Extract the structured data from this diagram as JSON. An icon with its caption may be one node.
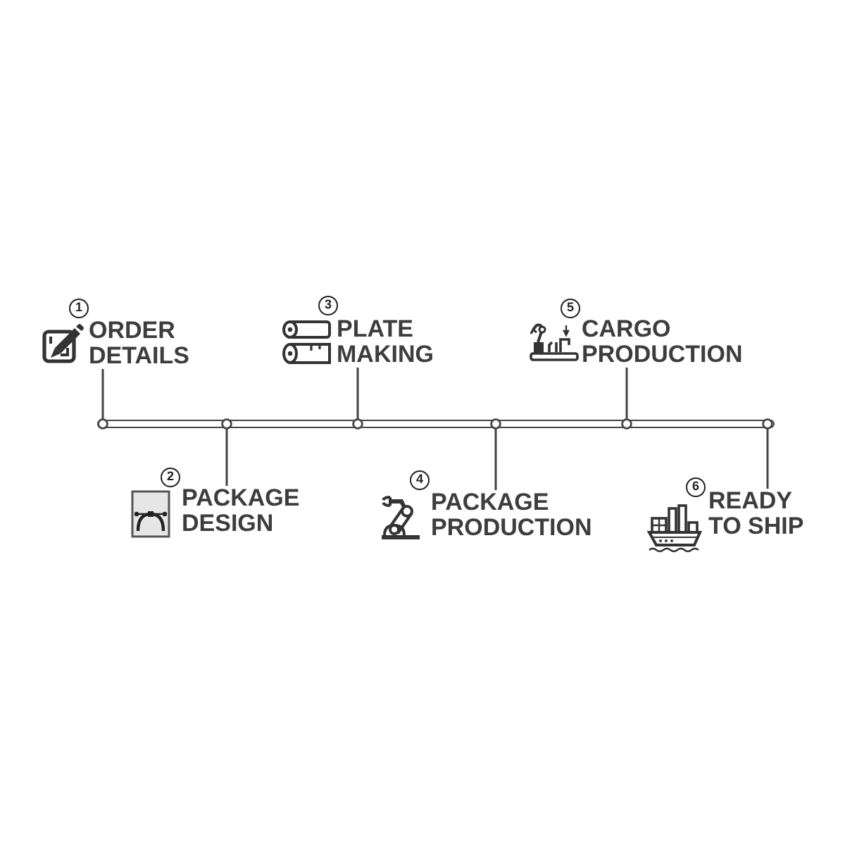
{
  "diagram": {
    "nodes": [
      {
        "text": [
          "1"
        ]
      },
      {
        "text": [
          "ORDER DETAILS"
        ]
      },
      {
        "text": [
          "2"
        ]
      },
      {
        "text": [
          "PACKAGE DESIGN"
        ]
      },
      {
        "text": [
          "3"
        ]
      },
      {
        "text": [
          "PLATE MAKING"
        ]
      },
      {
        "text": [
          "4"
        ]
      },
      {
        "text": [
          "PACKAGE PRODUCTION"
        ]
      },
      {
        "text": [
          "5"
        ]
      },
      {
        "text": [
          "CARGO PRODUCTION"
        ]
      },
      {
        "text": [
          "6"
        ]
      },
      {
        "text": [
          "READY TO SHIP"
        ]
      },
      {
        "text": [],
        "shape": "bar"
      }
    ],
    "edges": [
      {
        "from": 1,
        "to": 12,
        "arrow": "other"
      },
      {
        "from": 3,
        "to": 12,
        "arrow": "other"
      },
      {
        "from": 5,
        "to": 12,
        "arrow": "other"
      },
      {
        "from": 7,
        "to": 12,
        "arrow": "other"
      },
      {
        "from": 9,
        "to": 12,
        "arrow": "other"
      },
      {
        "from": 11,
        "to": 12,
        "arrow": "other"
      }
    ]
  }
}
